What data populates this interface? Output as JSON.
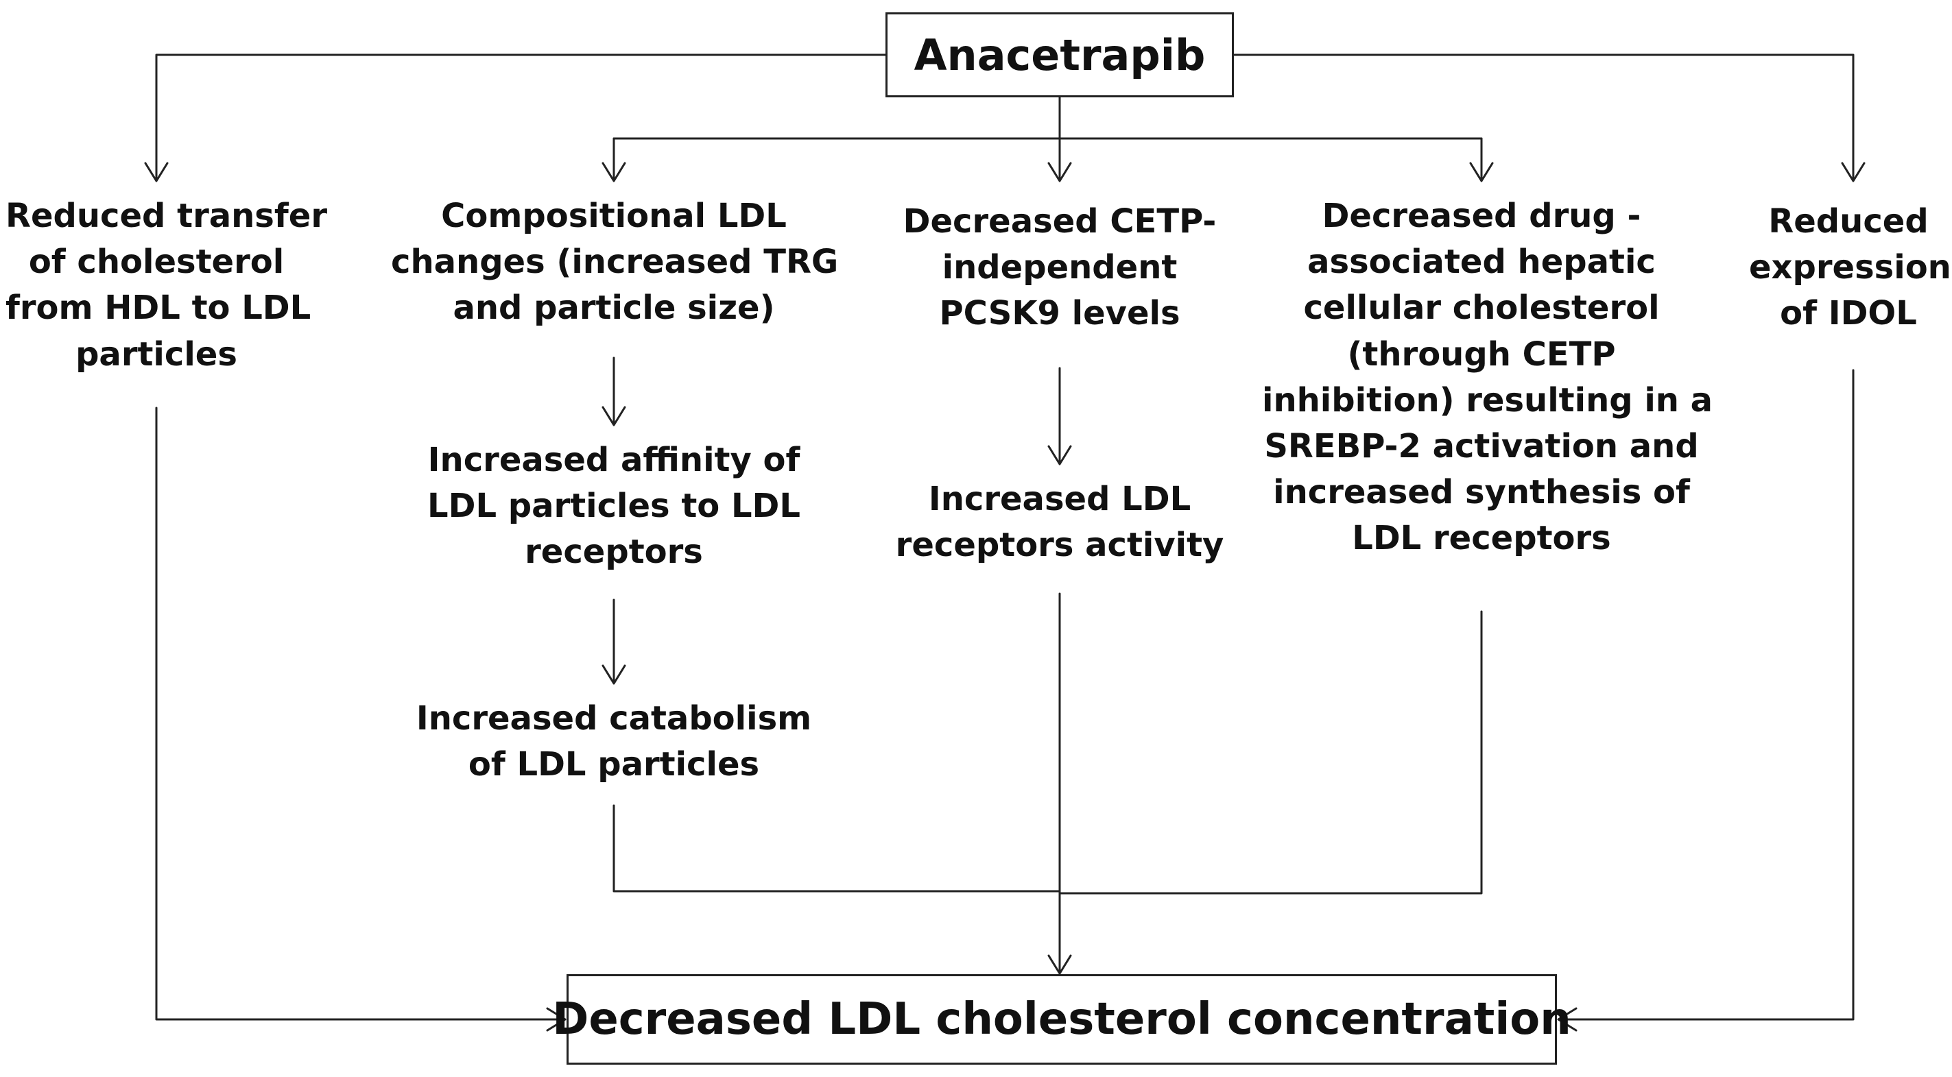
{
  "root": {
    "title": "Anacetrapib"
  },
  "outcome": {
    "title": "Decreased LDL cholesterol concentration"
  },
  "nodes": {
    "reduced_transfer": [
      "Reduced transfer",
      "of cholesterol",
      "from HDL to LDL",
      "particles"
    ],
    "compositional": [
      "Compositional LDL",
      "changes (increased TRG",
      "and particle size)"
    ],
    "affinity": [
      "Increased affinity of",
      "LDL particles to LDL",
      "receptors"
    ],
    "catabolism": [
      "Increased catabolism",
      "of LDL particles"
    ],
    "pcsk9": [
      "Decreased CETP-",
      "independent",
      "PCSK9 levels"
    ],
    "receptor_activity": [
      "Increased LDL",
      "receptors activity"
    ],
    "hepatic": [
      "Decreased drug -",
      "associated hepatic",
      "cellular cholesterol",
      "(through CETP",
      "inhibition) resulting in a",
      "SREBP-2 activation and",
      "increased synthesis of",
      "LDL receptors"
    ],
    "idol": [
      "Reduced",
      "expression",
      "of IDOL"
    ]
  },
  "colors": {
    "line": "#222222",
    "text": "#111111",
    "background": "#ffffff"
  }
}
